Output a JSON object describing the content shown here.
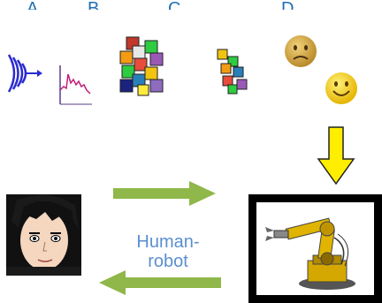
{
  "column_labels": [
    "A",
    "B",
    "C",
    "D"
  ],
  "interaction_caption": "Human-robot",
  "colors": {
    "label_blue": "#1f6fb8",
    "arrow_green": "#8fb74a",
    "arrow_yellow": "#ffee00",
    "caption_blue": "#5b8fcf"
  },
  "icons": {
    "sound_wave": "sound-wave-icon",
    "signal_plot": "signal-plot-icon",
    "feature_squares_large": "feature-squares-large-icon",
    "feature_squares_small": "feature-squares-small-icon",
    "sad_face": "sad-face-icon",
    "happy_face": "happy-face-icon",
    "human_face": "human-face-icon",
    "robot_arm": "robot-arm-icon"
  }
}
